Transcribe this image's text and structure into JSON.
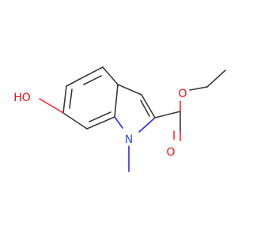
{
  "molecule": {
    "atoms": {
      "hydroxyl": {
        "label": "HO",
        "color": "#ff0d0d"
      },
      "carbonyl_oxygen": {
        "label": "O",
        "color": "#ff0d0d"
      },
      "ester_oxygen": {
        "label": "O",
        "color": "#ff0d0d"
      },
      "ring_nitrogen": {
        "label": "N",
        "color": "#3050f8"
      }
    },
    "bond_color": "#3a3a3a"
  }
}
